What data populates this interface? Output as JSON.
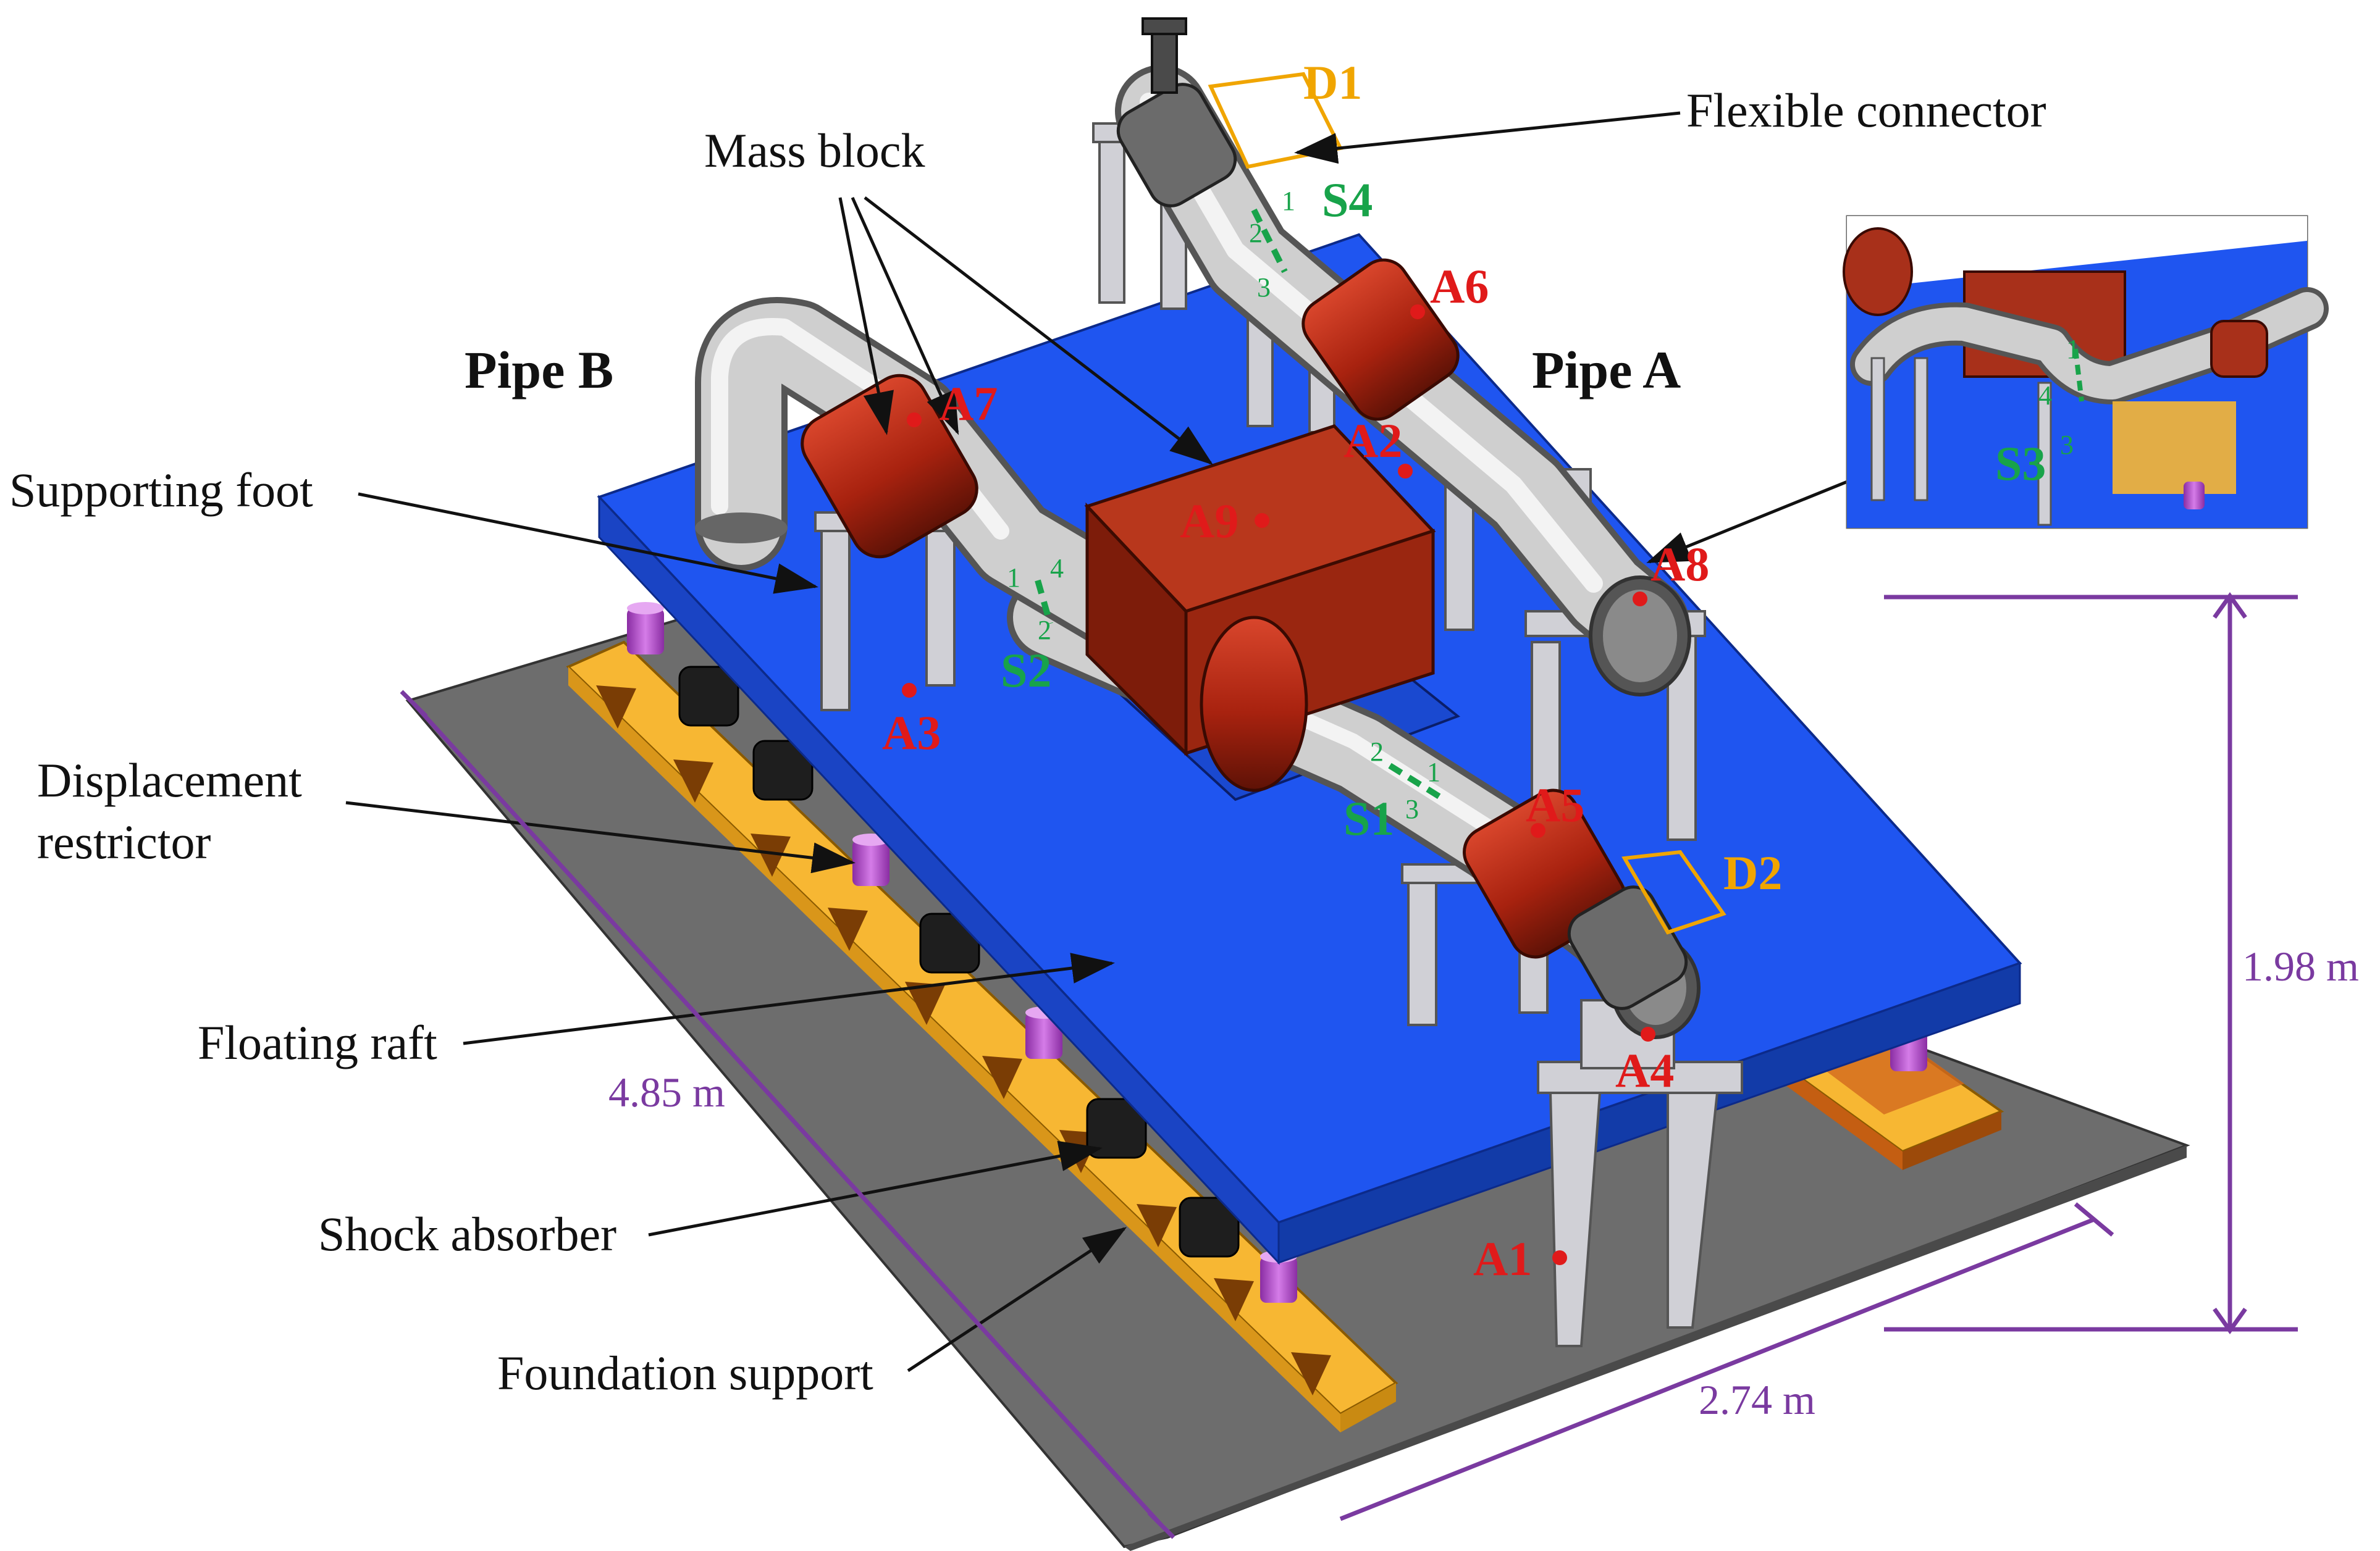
{
  "labels": {
    "flexible_connector": "Flexible connector",
    "mass_block": "Mass block",
    "supporting_foot": "Supporting foot",
    "displacement_restrictor_line1": "Displacement",
    "displacement_restrictor_line2": "restrictor",
    "floating_raft": "Floating raft",
    "shock_absorber": "Shock absorber",
    "foundation_support": "Foundation support",
    "pipe_a": "Pipe A",
    "pipe_b": "Pipe B"
  },
  "dimensions": {
    "length": "4.85 m",
    "width": "2.74 m",
    "height": "1.98 m"
  },
  "sensors": {
    "accelerometers": [
      "A1",
      "A2",
      "A3",
      "A4",
      "A5",
      "A6",
      "A7",
      "A8",
      "A9"
    ],
    "strain_gauges": [
      "S1",
      "S2",
      "S3",
      "S4"
    ],
    "displacement_sensors": [
      "D1",
      "D2"
    ],
    "gauge_numbers": [
      "1",
      "2",
      "3",
      "4"
    ]
  },
  "colors": {
    "raft": "#1f4fe6",
    "raft_side": "#123aa8",
    "ground": "#6b6b6b",
    "foundation": "#f7b733",
    "connector": "#b52a14",
    "pipe": "#c9c9c9",
    "support": "#c8c8cc",
    "restrictor": "#b04cc9",
    "accel_label": "#e01a1a",
    "strain_label": "#18a34a",
    "disp_label": "#f0a500",
    "dimension": "#7a3aa0",
    "text": "#111111"
  }
}
